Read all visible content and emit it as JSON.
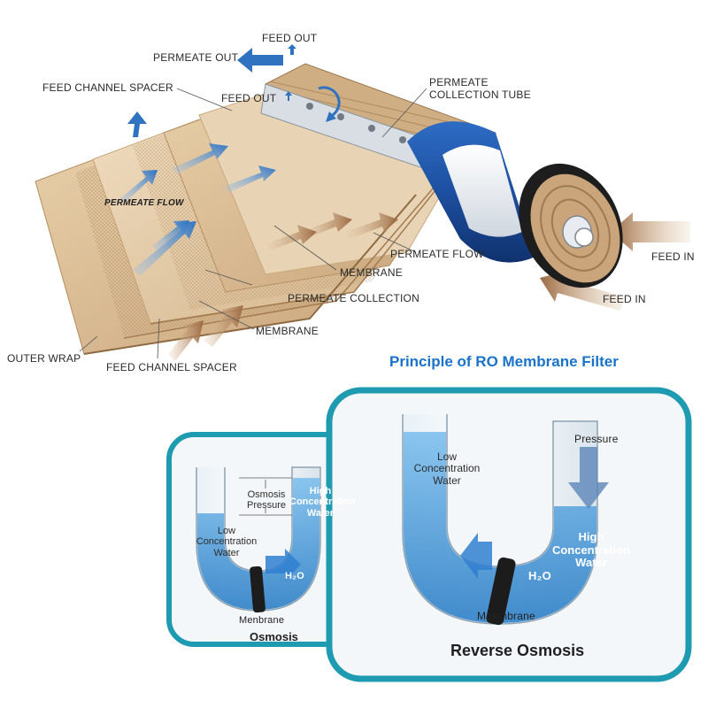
{
  "top_diagram": {
    "labels": {
      "feed_out_top": "FEED OUT",
      "permeate_out": "PERMEATE OUT",
      "feed_channel_spacer_top": "FEED CHANNEL SPACER",
      "feed_out_mid": "FEED OUT",
      "permeate_collection_tube_1": "PERMEATE",
      "permeate_collection_tube_2": "COLLECTION TUBE",
      "permeate_flow_sheet": "PERMEATE FLOW",
      "permeate_flow": "PERMEATE FLOW",
      "feed_in_right": "FEED IN",
      "feed_in_bottom": "FEED IN",
      "membrane_mid": "MEMBRANE",
      "permeate_collection": "PERMEATE COLLECTION",
      "membrane_low": "MEMBRANE",
      "outer_wrap": "OUTER WRAP",
      "feed_channel_spacer_bottom": "FEED CHANNEL SPACER"
    },
    "colors": {
      "tube_blue": "#1d4fa0",
      "sheet_tan": "#d9b98f",
      "arrow_brown": "#a9774e",
      "arrow_blue": "#3a7cc4"
    }
  },
  "title": "Principle of RO Membrane Filter",
  "osmosis_panel": {
    "osmosis_pressure_1": "Osmosis",
    "osmosis_pressure_2": "Pressure",
    "high_1": "High",
    "high_2": "Concentration",
    "high_3": "Water",
    "low_1": "Low",
    "low_2": "Concentration",
    "low_3": "Water",
    "h2o": "H₂O",
    "membrane": "Menbrane",
    "caption": "Osmosis"
  },
  "ro_panel": {
    "low_1": "Low",
    "low_2": "Concentration",
    "low_3": "Water",
    "pressure": "Pressure",
    "high_1": "High",
    "high_2": "Concentration",
    "high_3": "Water",
    "h2o": "H₂O",
    "membrane": "Menmbrane",
    "caption": "Reverse Osmosis"
  },
  "colors": {
    "frame_teal": "#1e9bb0",
    "water_blue": "#4a9fd8",
    "title_blue": "#1a73c8"
  }
}
